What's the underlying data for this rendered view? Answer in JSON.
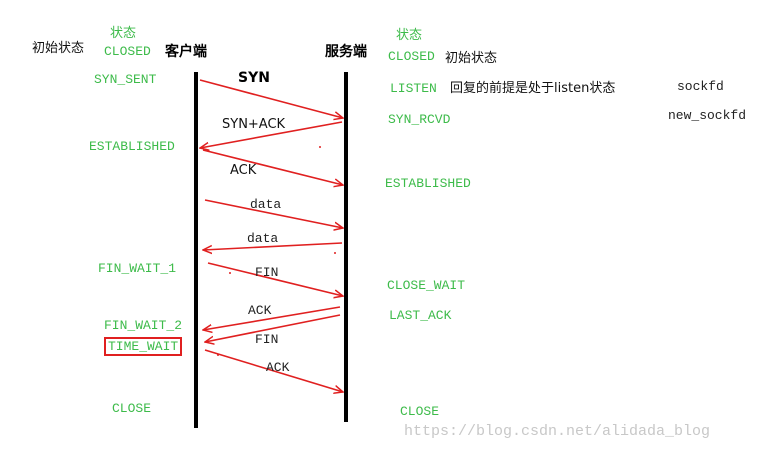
{
  "colors": {
    "state": "#3dbb4a",
    "arrow": "#e02020",
    "timeline": "#000000",
    "watermark": "#c8c8c8"
  },
  "client": {
    "header": "客户端",
    "status_heading": "状态",
    "initial_label": "初始状态",
    "states": {
      "closed": "CLOSED",
      "syn_sent": "SYN_SENT",
      "established": "ESTABLISHED",
      "fin_wait_1": "FIN_WAIT_1",
      "fin_wait_2": "FIN_WAIT_2",
      "time_wait": "TIME_WAIT",
      "close": "CLOSE"
    }
  },
  "server": {
    "header": "服务端",
    "status_heading": "状态",
    "initial_label": "初始状态",
    "states": {
      "closed": "CLOSED",
      "listen": "LISTEN",
      "syn_rcvd": "SYN_RCVD",
      "established": "ESTABLISHED",
      "close_wait": "CLOSE_WAIT",
      "last_ack": "LAST_ACK",
      "close": "CLOSE"
    },
    "listen_note": "回复的前提是处于listen状态",
    "sockfd": "sockfd",
    "new_sockfd": "new_sockfd"
  },
  "messages": {
    "syn": "SYN",
    "syn_ack": "SYN+ACK",
    "ack1": "ACK",
    "data1": "data",
    "data2": "data",
    "fin1": "FIN",
    "ack2": "ACK",
    "fin2": "FIN",
    "ack3": "ACK"
  },
  "watermark": "https://blog.csdn.net/alidada_blog"
}
